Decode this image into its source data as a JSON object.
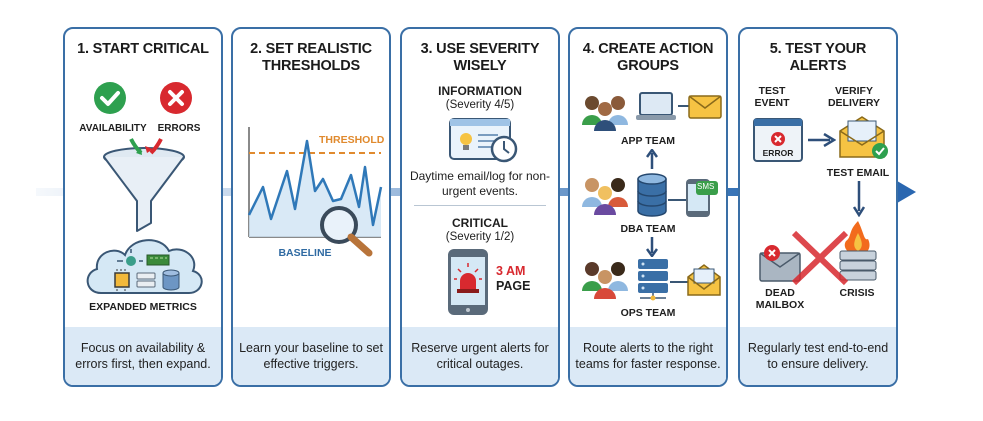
{
  "diagram": {
    "theme": {
      "accent": "#3a6fa6",
      "footer_bg": "#dbe9f6",
      "flow_arrow": "#2a67b0",
      "threshold": "#e08a2e",
      "critical_red": "#d8292f",
      "ok_green": "#2ea04f"
    },
    "steps": [
      {
        "title": "1. START CRITICAL",
        "labels": {
          "availability": "AVAILABILITY",
          "errors": "ERRORS",
          "expanded": "EXPANDED METRICS"
        },
        "icons": [
          "check-circle-icon",
          "x-circle-icon",
          "funnel-icon",
          "cloud-icon",
          "network-icon",
          "memory-icon",
          "cpu-icon",
          "server-icon",
          "database-icon"
        ],
        "footer": "Focus on availability & errors first, then expand."
      },
      {
        "title": "2. SET REALISTIC THRESHOLDS",
        "labels": {
          "threshold": "THRESHOLD",
          "baseline": "BASELINE"
        },
        "icons": [
          "line-chart-icon",
          "magnifier-icon"
        ],
        "footer": "Learn your baseline to set effective triggers."
      },
      {
        "title": "3. USE SEVERITY WISELY",
        "info": {
          "heading": "INFORMATION",
          "severity": "(Severity 4/5)",
          "desc": "Daytime email/log for non-urgent events."
        },
        "critical": {
          "heading": "CRITICAL",
          "severity": "(Severity 1/2)",
          "page_time": "3 AM",
          "page_word": "PAGE"
        },
        "icons": [
          "lightbulb-window-icon",
          "clock-icon",
          "phone-icon",
          "siren-icon"
        ],
        "footer": "Reserve urgent alerts for critical outages."
      },
      {
        "title": "4. CREATE ACTION GROUPS",
        "teams": [
          {
            "name": "APP TEAM",
            "channel_icon": "email-icon",
            "device_icon": "laptop-icon"
          },
          {
            "name": "DBA TEAM",
            "channel_icon": "sms-phone-icon",
            "device_icon": "database-icon",
            "channel_text": "SMS"
          },
          {
            "name": "OPS TEAM",
            "channel_icon": "email-open-icon",
            "device_icon": "server-rack-icon"
          }
        ],
        "footer": "Route alerts to the right teams for faster response."
      },
      {
        "title": "5. TEST YOUR ALERTS",
        "labels": {
          "test_event": "TEST EVENT",
          "error": "ERROR",
          "verify": "VERIFY DELIVERY",
          "test_email": "TEST EMAIL",
          "dead_mailbox": "DEAD MAILBOX",
          "crisis": "CRISIS"
        },
        "icons": [
          "error-window-icon",
          "arrow-right-icon",
          "email-check-icon",
          "arrow-down-icon",
          "dead-mailbox-icon",
          "burning-server-icon",
          "red-x-icon"
        ],
        "footer": "Regularly test end-to-end to ensure delivery."
      }
    ]
  }
}
